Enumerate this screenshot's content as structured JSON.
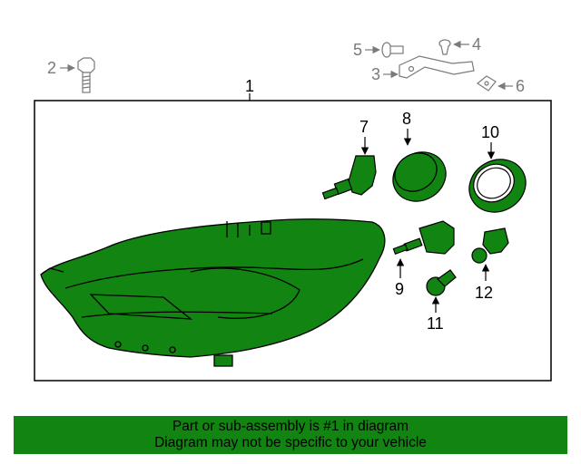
{
  "colors": {
    "highlight_fill": "#118411",
    "banner_fill": "#118411",
    "line": "#000000",
    "grey_callout": "#7a7a7a"
  },
  "callouts": {
    "c1": "1",
    "c2": "2",
    "c3": "3",
    "c4": "4",
    "c5": "5",
    "c6": "6",
    "c7": "7",
    "c8": "8",
    "c9": "9",
    "c10": "10",
    "c11": "11",
    "c12": "12"
  },
  "banner": {
    "line1": "Part or sub-assembly is #1 in diagram",
    "line2": "Diagram may not be specific to your vehicle"
  }
}
